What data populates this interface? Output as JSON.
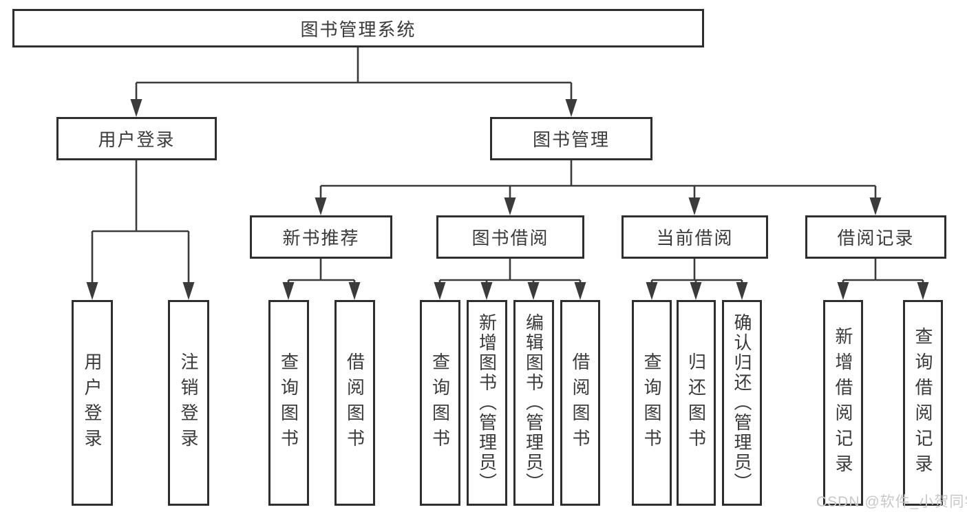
{
  "title": "图书管理系统",
  "tree": {
    "label": "图书管理系统",
    "children": [
      {
        "label": "用户登录",
        "children": [
          {
            "label": "用户登录"
          },
          {
            "label": "注销登录"
          }
        ]
      },
      {
        "label": "图书管理",
        "children": [
          {
            "label": "新书推荐",
            "children": [
              {
                "label": "查询图书"
              },
              {
                "label": "借阅图书"
              }
            ]
          },
          {
            "label": "图书借阅",
            "children": [
              {
                "label": "查询图书"
              },
              {
                "label": "新增图书（管理员）"
              },
              {
                "label": "编辑图书（管理员）"
              },
              {
                "label": "借阅图书"
              }
            ]
          },
          {
            "label": "当前借阅",
            "children": [
              {
                "label": "查询图书"
              },
              {
                "label": "归还图书"
              },
              {
                "label": "确认归还（管理员）"
              }
            ]
          },
          {
            "label": "借阅记录",
            "children": [
              {
                "label": "新增借阅记录"
              },
              {
                "label": "查询借阅记录"
              }
            ]
          }
        ]
      }
    ]
  },
  "watermark": "CSDN @软件_小贺同学",
  "colors": {
    "line": "#3b3b3b",
    "border": "#2e2e2e",
    "text": "#3a3a3a",
    "watermark": "#c8c8c8",
    "background": "#ffffff"
  }
}
